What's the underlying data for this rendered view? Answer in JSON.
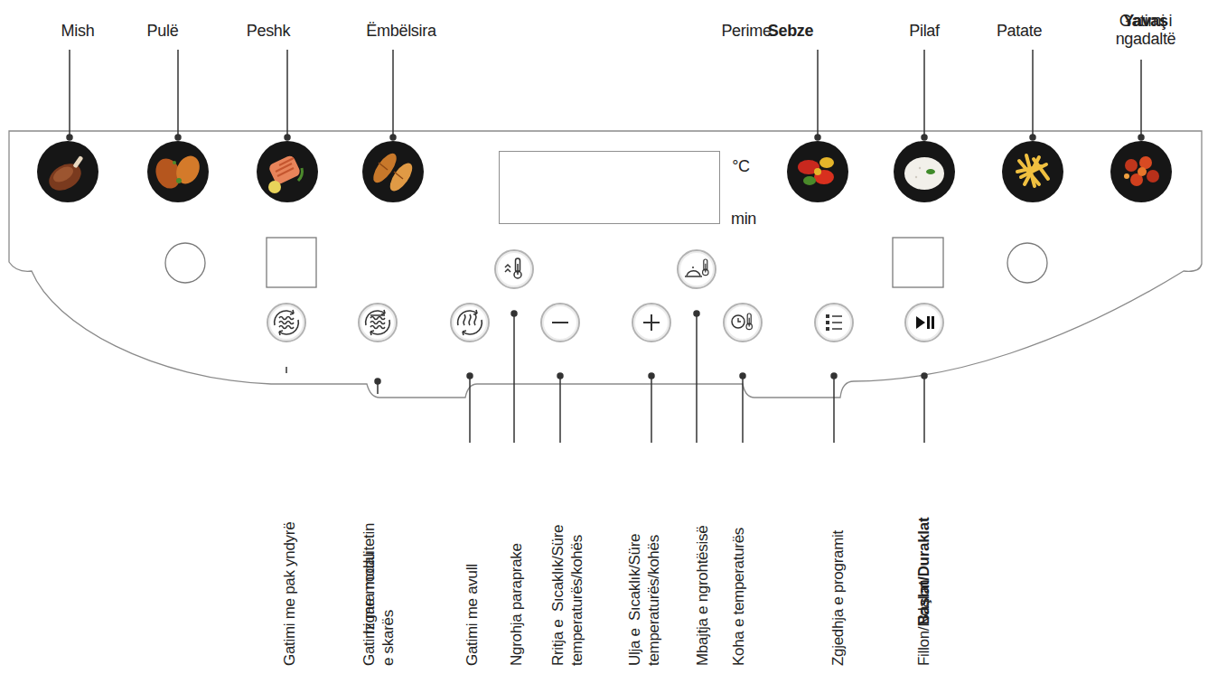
{
  "diagram": {
    "nodes": [
      {
        "text": [
          "Mish"
        ]
      },
      {
        "text": [
          "Pulë"
        ]
      },
      {
        "text": [
          "Peshk"
        ]
      },
      {
        "text": [
          "Ëmbëlsira"
        ]
      },
      {
        "text": [
          "°C",
          "min"
        ]
      },
      {
        "text": [
          "Perime",
          "Sebze"
        ]
      },
      {
        "text": [
          "Pilaf"
        ]
      },
      {
        "text": [
          "Patate"
        ]
      },
      {
        "text": [
          "Gatimi i ngadaltë",
          "Yavaş"
        ]
      },
      {
        "text": [
          "Gatimi me pak yndyrë"
        ]
      },
      {
        "text": [
          "Gatimi me modalitetin e skarës",
          "Izgara modu"
        ]
      },
      {
        "text": [
          "Gatimi me avull"
        ]
      },
      {
        "text": [
          "Ngrohja paraprake"
        ]
      },
      {
        "text": [
          "Rritja e temperaturës/kohës",
          "Sıcaklık/Süre"
        ]
      },
      {
        "text": [
          "Ulja e temperaturës/kohës",
          "Sıcaklık/Süre"
        ]
      },
      {
        "text": [
          "Mbajtja e ngrohtësisë"
        ]
      },
      {
        "text": [
          "Koha e temperaturës"
        ]
      },
      {
        "text": [
          "Zgjedhja e programit"
        ]
      },
      {
        "text": [
          "Fillon/Ndalon",
          "Başlat/Duraklat"
        ]
      }
    ]
  }
}
